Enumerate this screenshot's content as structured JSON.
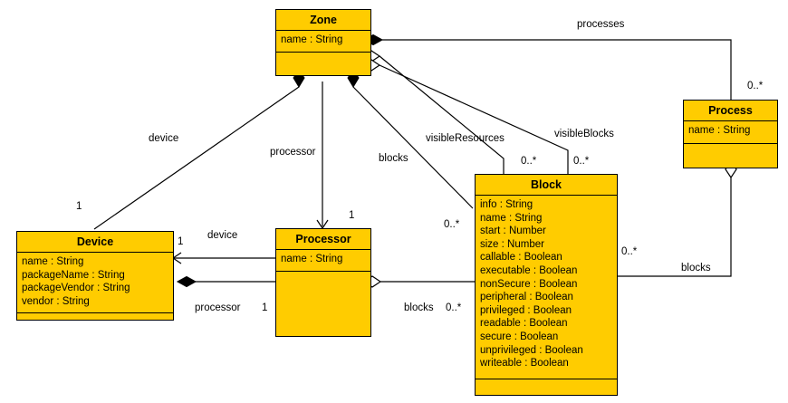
{
  "diagram": {
    "kind": "uml-class-diagram",
    "colors": {
      "class_fill": "#FFCC00",
      "line": "#000000",
      "background": "#FFFFFF"
    }
  },
  "classes": {
    "zone": {
      "name": "Zone",
      "attributes": [
        "name : String"
      ]
    },
    "process": {
      "name": "Process",
      "attributes": [
        "name : String"
      ]
    },
    "device": {
      "name": "Device",
      "attributes": [
        "name : String",
        "packageName : String",
        "packageVendor : String",
        "vendor : String"
      ]
    },
    "processor": {
      "name": "Processor",
      "attributes": [
        "name : String"
      ]
    },
    "block": {
      "name": "Block",
      "attributes": [
        "info : String",
        "name : String",
        "start : Number",
        "size : Number",
        "callable : Boolean",
        "executable : Boolean",
        "nonSecure : Boolean",
        "peripheral : Boolean",
        "privileged : Boolean",
        "readable : Boolean",
        "secure : Boolean",
        "unprivileged : Boolean",
        "writeable : Boolean"
      ]
    }
  },
  "edge_labels": {
    "processes": "processes",
    "device_zone": "device",
    "processor_zone": "processor",
    "blocks_zone": "blocks",
    "visible_resources": "visibleResources",
    "visible_blocks": "visibleBlocks",
    "device_processor": "device",
    "processor_device": "processor",
    "blocks_processor": "blocks",
    "blocks_process": "blocks"
  },
  "multiplicities": {
    "process_top": "0..*",
    "device_top": "1",
    "processor_top": "1",
    "visible_resources": "0..*",
    "visible_blocks": "0..*",
    "blocks_zone_end": "0..*",
    "device_right": "1",
    "processor_bottom": "1",
    "blocks_processor_end": "0..*",
    "block_right": "0..*"
  }
}
